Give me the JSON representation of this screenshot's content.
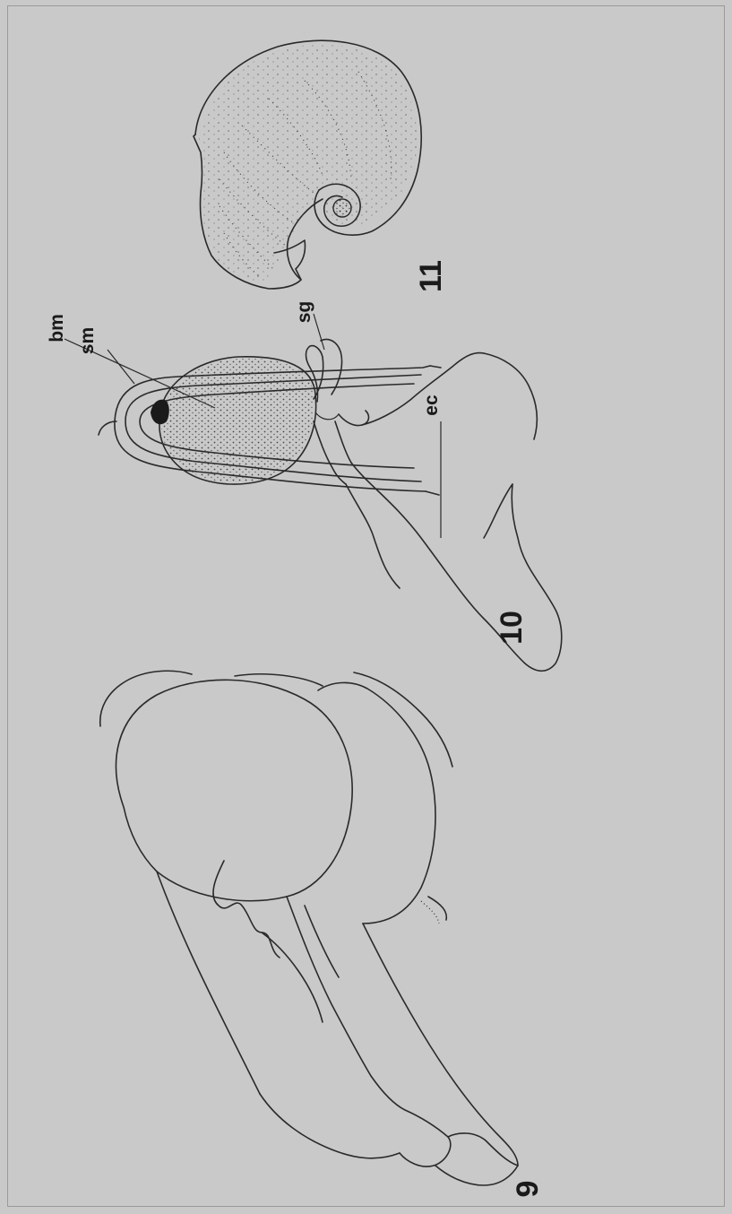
{
  "figures": [
    {
      "number": "9"
    },
    {
      "number": "10",
      "labels": {
        "sm": "sm",
        "bm": "bm",
        "sg": "sg",
        "ec": "ec"
      }
    },
    {
      "number": "11"
    }
  ]
}
